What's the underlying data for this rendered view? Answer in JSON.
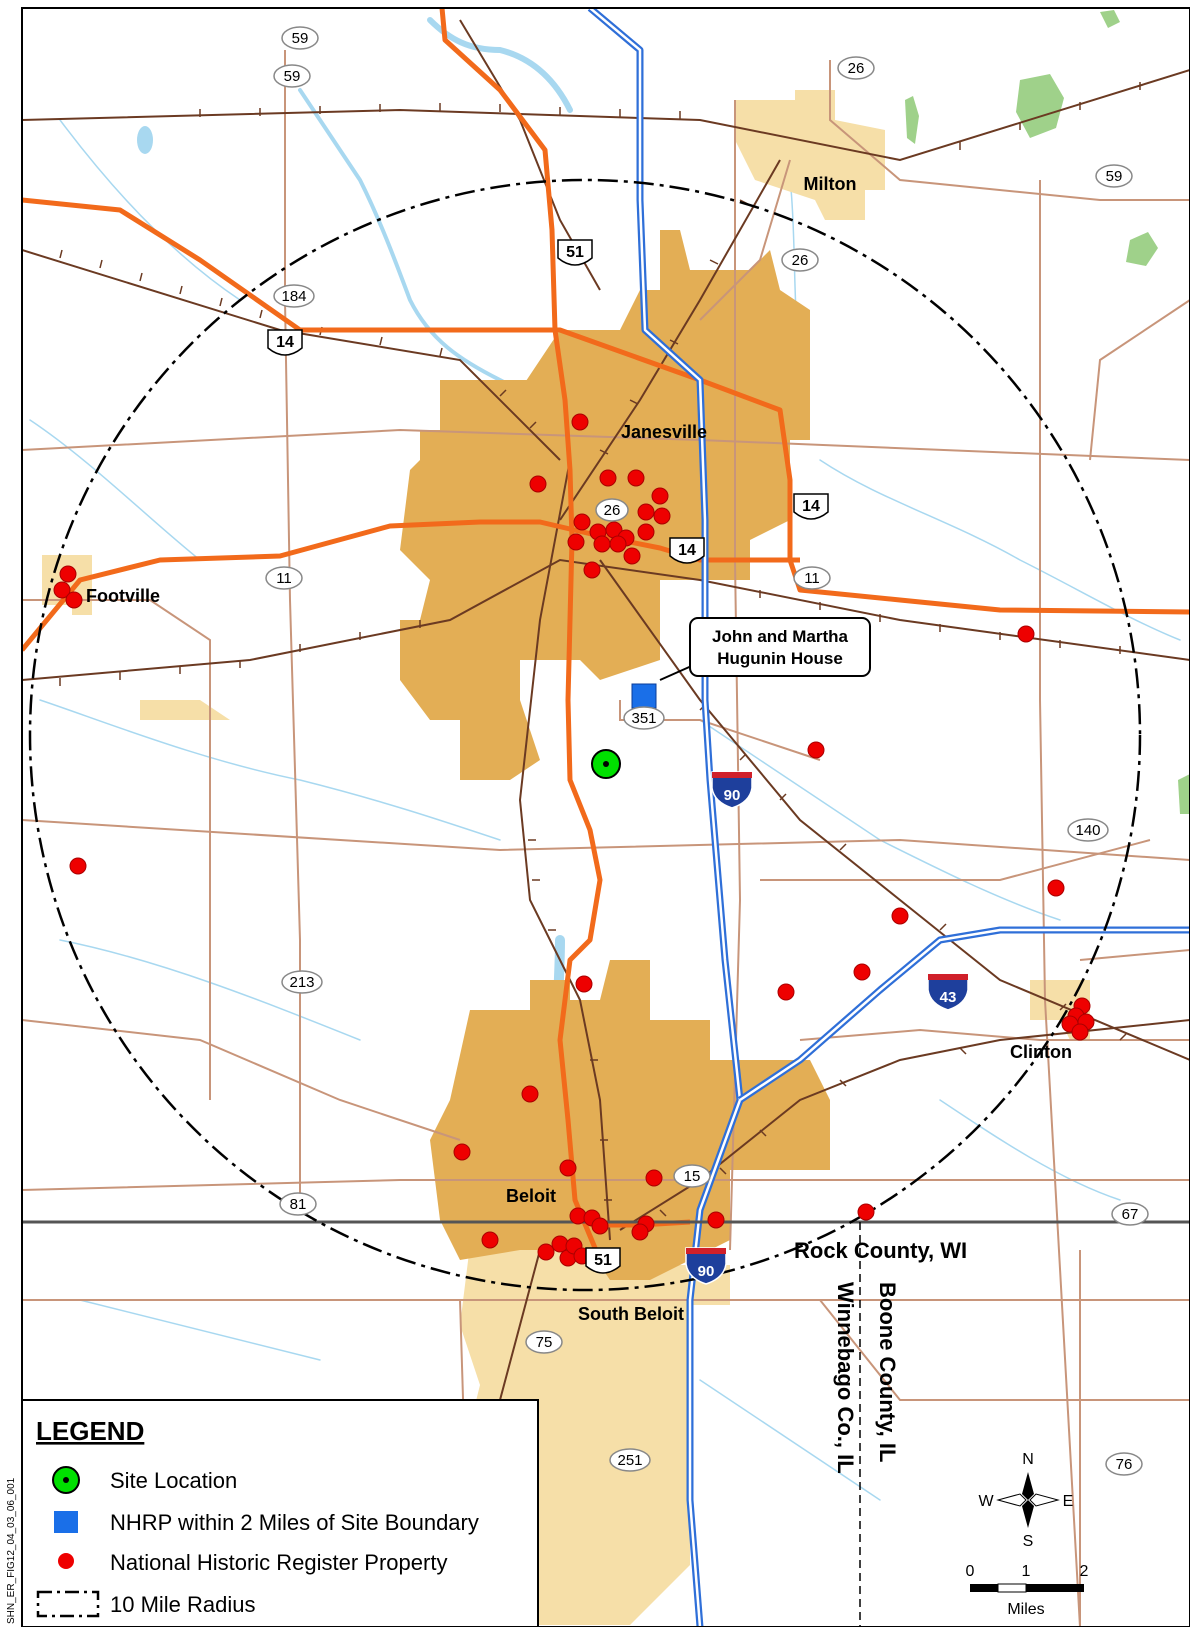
{
  "cities": [
    {
      "id": "janesville",
      "label": "Janesville"
    },
    {
      "id": "milton",
      "label": "Milton"
    },
    {
      "id": "footville",
      "label": "Footville"
    },
    {
      "id": "beloit",
      "label": "Beloit"
    },
    {
      "id": "south-beloit",
      "label": "South Beloit"
    },
    {
      "id": "clinton",
      "label": "Clinton"
    }
  ],
  "county_labels": {
    "rock": "Rock County, WI",
    "winnebago": "Winnebago Co., IL",
    "boone": "Boone County, IL"
  },
  "state_routes": [
    "59",
    "59",
    "26",
    "59",
    "26",
    "184",
    "11",
    "11",
    "351",
    "140",
    "213",
    "81",
    "15",
    "67",
    "75",
    "251",
    "76",
    "26"
  ],
  "us_routes": [
    "51",
    "14",
    "14",
    "14",
    "51"
  ],
  "interstates": [
    "90",
    "43",
    "90"
  ],
  "callout": {
    "line1": "John and Martha",
    "line2": "Hugunin House"
  },
  "legend": {
    "title": "LEGEND",
    "items": [
      {
        "label": "Site Location",
        "symbol": "site-location-icon",
        "color": "#00e000"
      },
      {
        "label": "NHRP within 2 Miles of Site Boundary",
        "symbol": "blue-square-icon",
        "color": "#1a6fe8"
      },
      {
        "label": "National Historic Register Property",
        "symbol": "red-dot-icon",
        "color": "#ee0000"
      },
      {
        "label": "10 Mile Radius",
        "symbol": "dash-box-icon",
        "color": "#000000"
      }
    ]
  },
  "compass": {
    "n": "N",
    "s": "S",
    "e": "E",
    "w": "W"
  },
  "scale_bar": {
    "ticks": [
      "0",
      "1",
      "2"
    ],
    "unit": "Miles"
  },
  "side_code": "SHN_ER_FIG12_04_03_06_001",
  "colors": {
    "urban": "#e3ae55",
    "urban_light": "#f6dfa8",
    "road_major": "#f26a1b",
    "road_minor": "#c8957a",
    "water": "#a8d8f0",
    "interstate": "#2f6fd8",
    "railroad": "#6b3a22",
    "park": "#9fd18a"
  }
}
